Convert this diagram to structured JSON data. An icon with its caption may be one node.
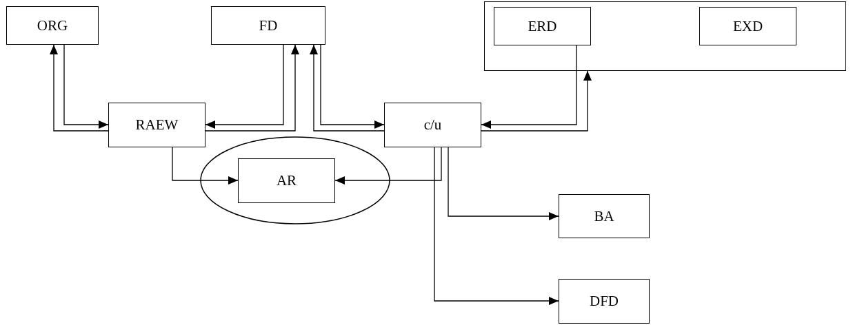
{
  "diagram": {
    "nodes": [
      {
        "text": [
          "ORG"
        ]
      },
      {
        "text": [
          "FD"
        ]
      },
      {
        "text": [],
        "shape": "box"
      },
      {
        "text": [
          "ERD"
        ],
        "in": 2
      },
      {
        "text": [
          "EXD"
        ],
        "in": 2
      },
      {
        "text": [
          "RAEW"
        ]
      },
      {
        "text": [
          "c/u"
        ]
      },
      {
        "text": [],
        "shape": "circle"
      },
      {
        "text": [
          "AR"
        ],
        "in": 7
      },
      {
        "text": [
          "BA"
        ]
      },
      {
        "text": [
          "DFD"
        ]
      }
    ],
    "edges": [
      {
        "from": 0,
        "to": 5,
        "arrow": "to"
      },
      {
        "from": 5,
        "to": 0,
        "arrow": "to"
      },
      {
        "from": 1,
        "to": 5,
        "arrow": "to"
      },
      {
        "from": 5,
        "to": 1,
        "arrow": "to"
      },
      {
        "from": 1,
        "to": 6,
        "arrow": "to"
      },
      {
        "from": 6,
        "to": 1,
        "arrow": "to"
      },
      {
        "from": 3,
        "to": 6,
        "arrow": "to"
      },
      {
        "from": 6,
        "to": 2,
        "arrow": "to"
      },
      {
        "from": 5,
        "to": 8,
        "arrow": "to"
      },
      {
        "from": 6,
        "to": 8,
        "arrow": "to"
      },
      {
        "from": 6,
        "to": 9,
        "arrow": "to"
      },
      {
        "from": 6,
        "to": 10,
        "arrow": "to"
      }
    ]
  }
}
